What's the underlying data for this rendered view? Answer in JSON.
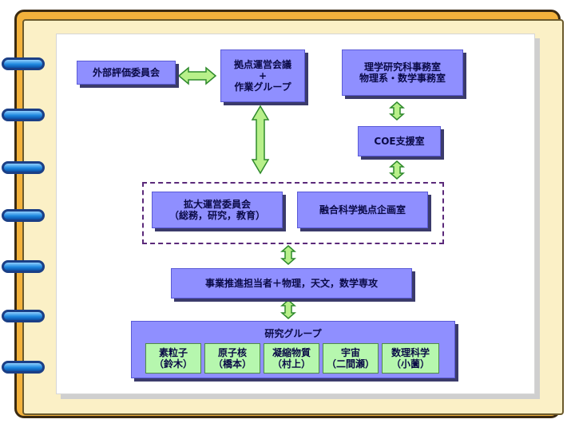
{
  "nodes": {
    "external": "外部評価委員会",
    "hub": [
      "拠点運営会議",
      "+",
      "作業グループ"
    ],
    "office": [
      "理学研究科事務室",
      "物理系・数学事務室"
    ],
    "coe": "COE支援室",
    "expanded": [
      "拡大運営委員会",
      "（総務，研究，教育）"
    ],
    "planning": "融合科学拠点企画室",
    "promoter": "事業推進担当者＋物理，天文，数学専攻",
    "research_title": "研究グループ",
    "groups": [
      {
        "name": "素粒子",
        "leader": "（鈴木）"
      },
      {
        "name": "原子核",
        "leader": "（橋本）"
      },
      {
        "name": "凝縮物質",
        "leader": "（村上）"
      },
      {
        "name": "宇宙",
        "leader": "（二間瀬）"
      },
      {
        "name": "数理科学",
        "leader": "（小薗）"
      }
    ]
  },
  "colors": {
    "box_fill": "#8f8fff",
    "group_fill": "#b6f7ae",
    "arrow_fill": "#b8f08a",
    "arrow_stroke": "#2f8a2c",
    "dashed_border": "#5b2a7a",
    "notebook_border": "#f3b23c",
    "ring": "#1f88df"
  }
}
